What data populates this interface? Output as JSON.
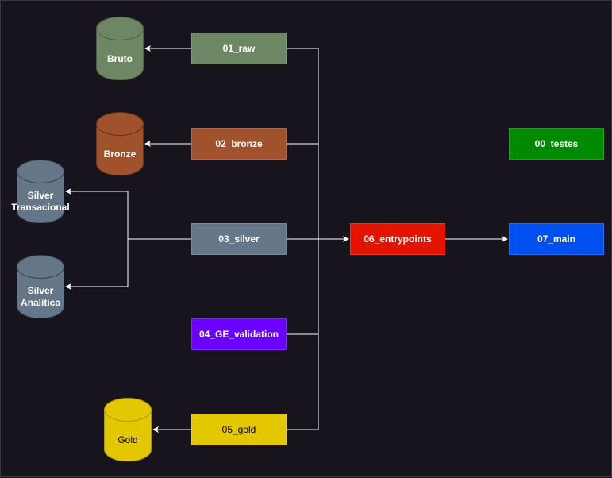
{
  "nodes": {
    "raw": {
      "label": "01_raw",
      "color": "#6d8764"
    },
    "bronze": {
      "label": "02_bronze",
      "color": "#a0522d"
    },
    "silver": {
      "label": "03_silver",
      "color": "#647687"
    },
    "ge_validation": {
      "label": "04_GE_validation",
      "color": "#6a00ff"
    },
    "gold": {
      "label": "05_gold",
      "color": "#e3c800"
    },
    "entrypoints": {
      "label": "06_entrypoints",
      "color": "#e51400"
    },
    "main": {
      "label": "07_main",
      "color": "#0050ef"
    },
    "testes": {
      "label": "00_testes",
      "color": "#008a00"
    }
  },
  "databases": {
    "bruto": {
      "label": "Bruto",
      "color": "#6d8764"
    },
    "bronze": {
      "label": "Bronze",
      "color": "#a0522d"
    },
    "silver_transacional": {
      "label_line1": "Silver",
      "label_line2": "Transacional",
      "color": "#647687"
    },
    "silver_analitica": {
      "label_line1": "Silver",
      "label_line2": "Analítica",
      "color": "#647687"
    },
    "gold": {
      "label": "Gold",
      "color": "#e3c800",
      "text_color": "#000000"
    }
  },
  "edge_color": "#ffffff",
  "background": "#18141d"
}
